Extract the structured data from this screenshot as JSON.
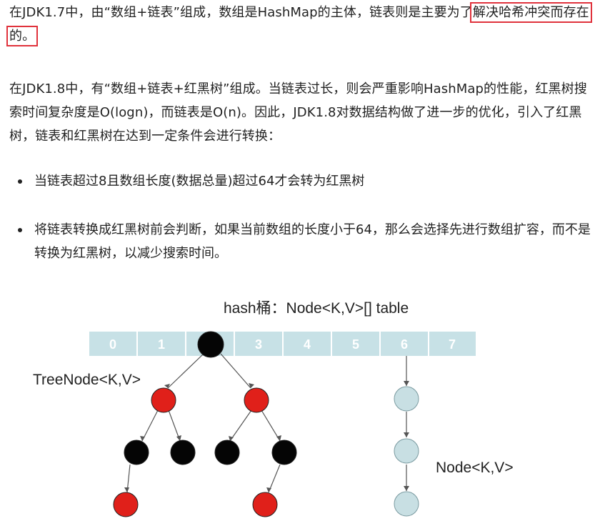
{
  "para1": {
    "before": "在JDK1.7中，由“数组+链表”组成，数组是HashMap的主体，链表则是主要为了",
    "highlight": "解决哈希冲突而存在的。"
  },
  "para2": "在JDK1.8中，有“数组+链表+红黑树”组成。当链表过长，则会严重影响HashMap的性能，红黑树搜索时间复杂度是O(logn)，而链表是O(n)。因此，JDK1.8对数据结构做了进一步的优化，引入了红黑树，链表和红黑树在达到一定条件会进行转换：",
  "bullets": [
    "当链表超过8且数组长度(数据总量)超过64才会转为红黑树",
    "将链表转换成红黑树前会判断，如果当前数组的长度小于64，那么会选择先进行数组扩容，而不是转换为红黑树，以减少搜索时间。"
  ],
  "diagram": {
    "table_label": "hash桶：Node<K,V>[] table",
    "slots": [
      "0",
      "1",
      "",
      "3",
      "4",
      "5",
      "6",
      "7",
      "..."
    ],
    "tree_label": "TreeNode<K,V>",
    "list_label": "Node<K,V>"
  },
  "colors": {
    "highlight_border": "#e0323c",
    "red_node": "#e0201a",
    "black_node": "#050505",
    "list_node": "#c8dfe3",
    "table_bg": "#c7e1e6"
  }
}
